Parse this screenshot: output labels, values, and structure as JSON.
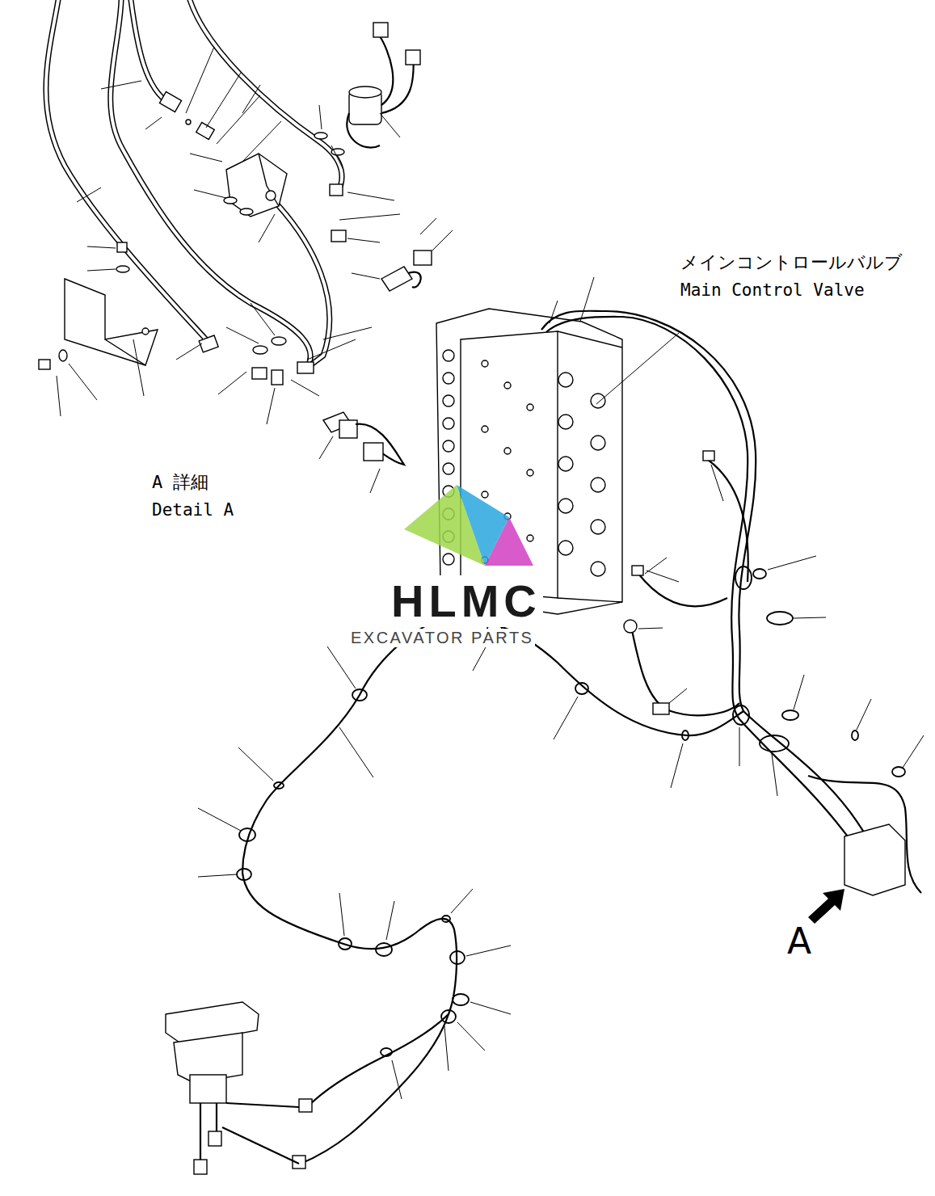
{
  "diagram": {
    "labels": [
      "メインコントロールバルブ",
      "Main Control Valve",
      "A 詳細",
      "Detail A",
      "A",
      "HLMC",
      "EXCAVATOR PARTS"
    ]
  }
}
